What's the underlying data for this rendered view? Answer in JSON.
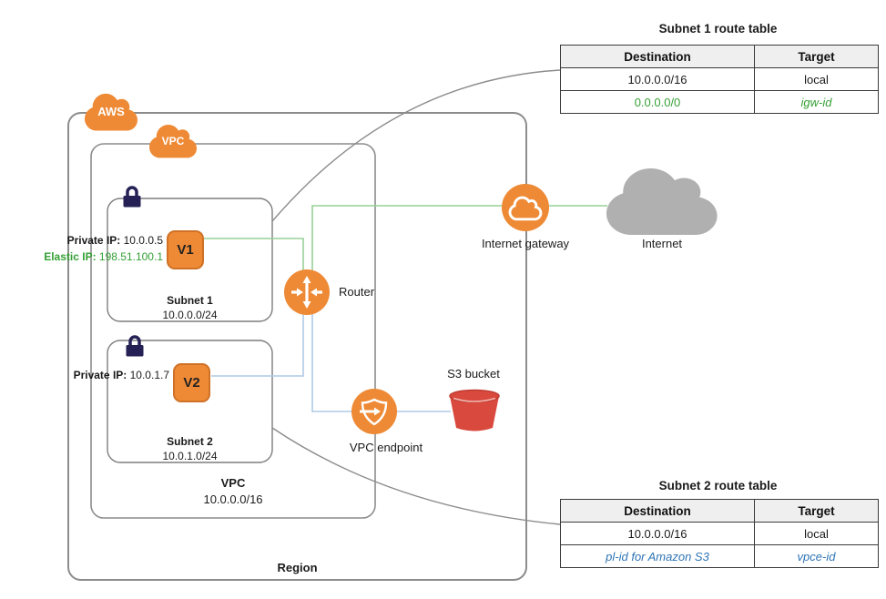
{
  "region": {
    "label": "Region"
  },
  "aws_cloud": {
    "label": "AWS"
  },
  "vpc": {
    "logo": "VPC",
    "name": "VPC",
    "cidr": "10.0.0.0/16"
  },
  "subnet1": {
    "name": "Subnet 1",
    "cidr": "10.0.0.0/24",
    "instance_label": "V1",
    "private_ip_label": "Private IP:",
    "private_ip_value": "10.0.0.5",
    "elastic_ip_label": "Elastic IP:",
    "elastic_ip_value": "198.51.100.1"
  },
  "subnet2": {
    "name": "Subnet 2",
    "cidr": "10.0.1.0/24",
    "instance_label": "V2",
    "private_ip_label": "Private IP:",
    "private_ip_value": "10.0.1.7"
  },
  "nodes": {
    "router": "Router",
    "internet_gateway": "Internet gateway",
    "internet": "Internet",
    "vpc_endpoint": "VPC endpoint",
    "s3_bucket": "S3 bucket"
  },
  "route_table_1": {
    "title": "Subnet 1 route table",
    "col_destination": "Destination",
    "col_target": "Target",
    "rows": [
      {
        "destination": "10.0.0.0/16",
        "target": "local"
      },
      {
        "destination": "0.0.0.0/0",
        "target": "igw-id"
      }
    ]
  },
  "route_table_2": {
    "title": "Subnet 2 route table",
    "col_destination": "Destination",
    "col_target": "Target",
    "rows": [
      {
        "destination": "10.0.0.0/16",
        "target": "local"
      },
      {
        "destination": "pl-id for Amazon S3",
        "target": "vpce-id"
      }
    ]
  },
  "colors": {
    "aws_orange": "#EE8A35",
    "orange_border": "#CF7126",
    "line_green": "#97D097",
    "text_green": "#35A035",
    "line_blue": "#AEC9E6",
    "text_blue": "#2E74B5",
    "bucket_red": "#D9493D",
    "bucket_rim": "#C03C32",
    "lock_navy": "#252155",
    "cloud_gray": "#B0B0B0",
    "box_gray": "#8C8C8C"
  }
}
